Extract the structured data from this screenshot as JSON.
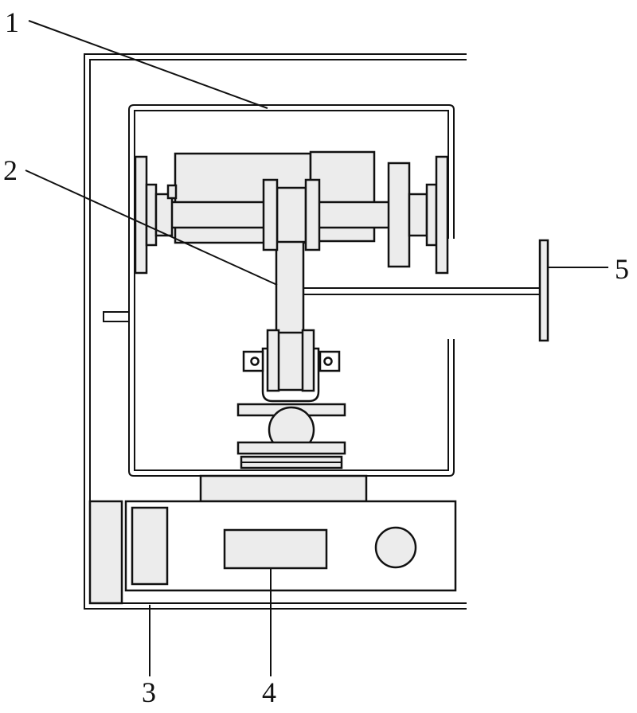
{
  "labels": {
    "l1": "1",
    "l2": "2",
    "l3": "3",
    "l4": "4",
    "l5": "5"
  },
  "colors": {
    "line": "#111111",
    "part_fill": "#ececec",
    "background": "#ffffff"
  }
}
